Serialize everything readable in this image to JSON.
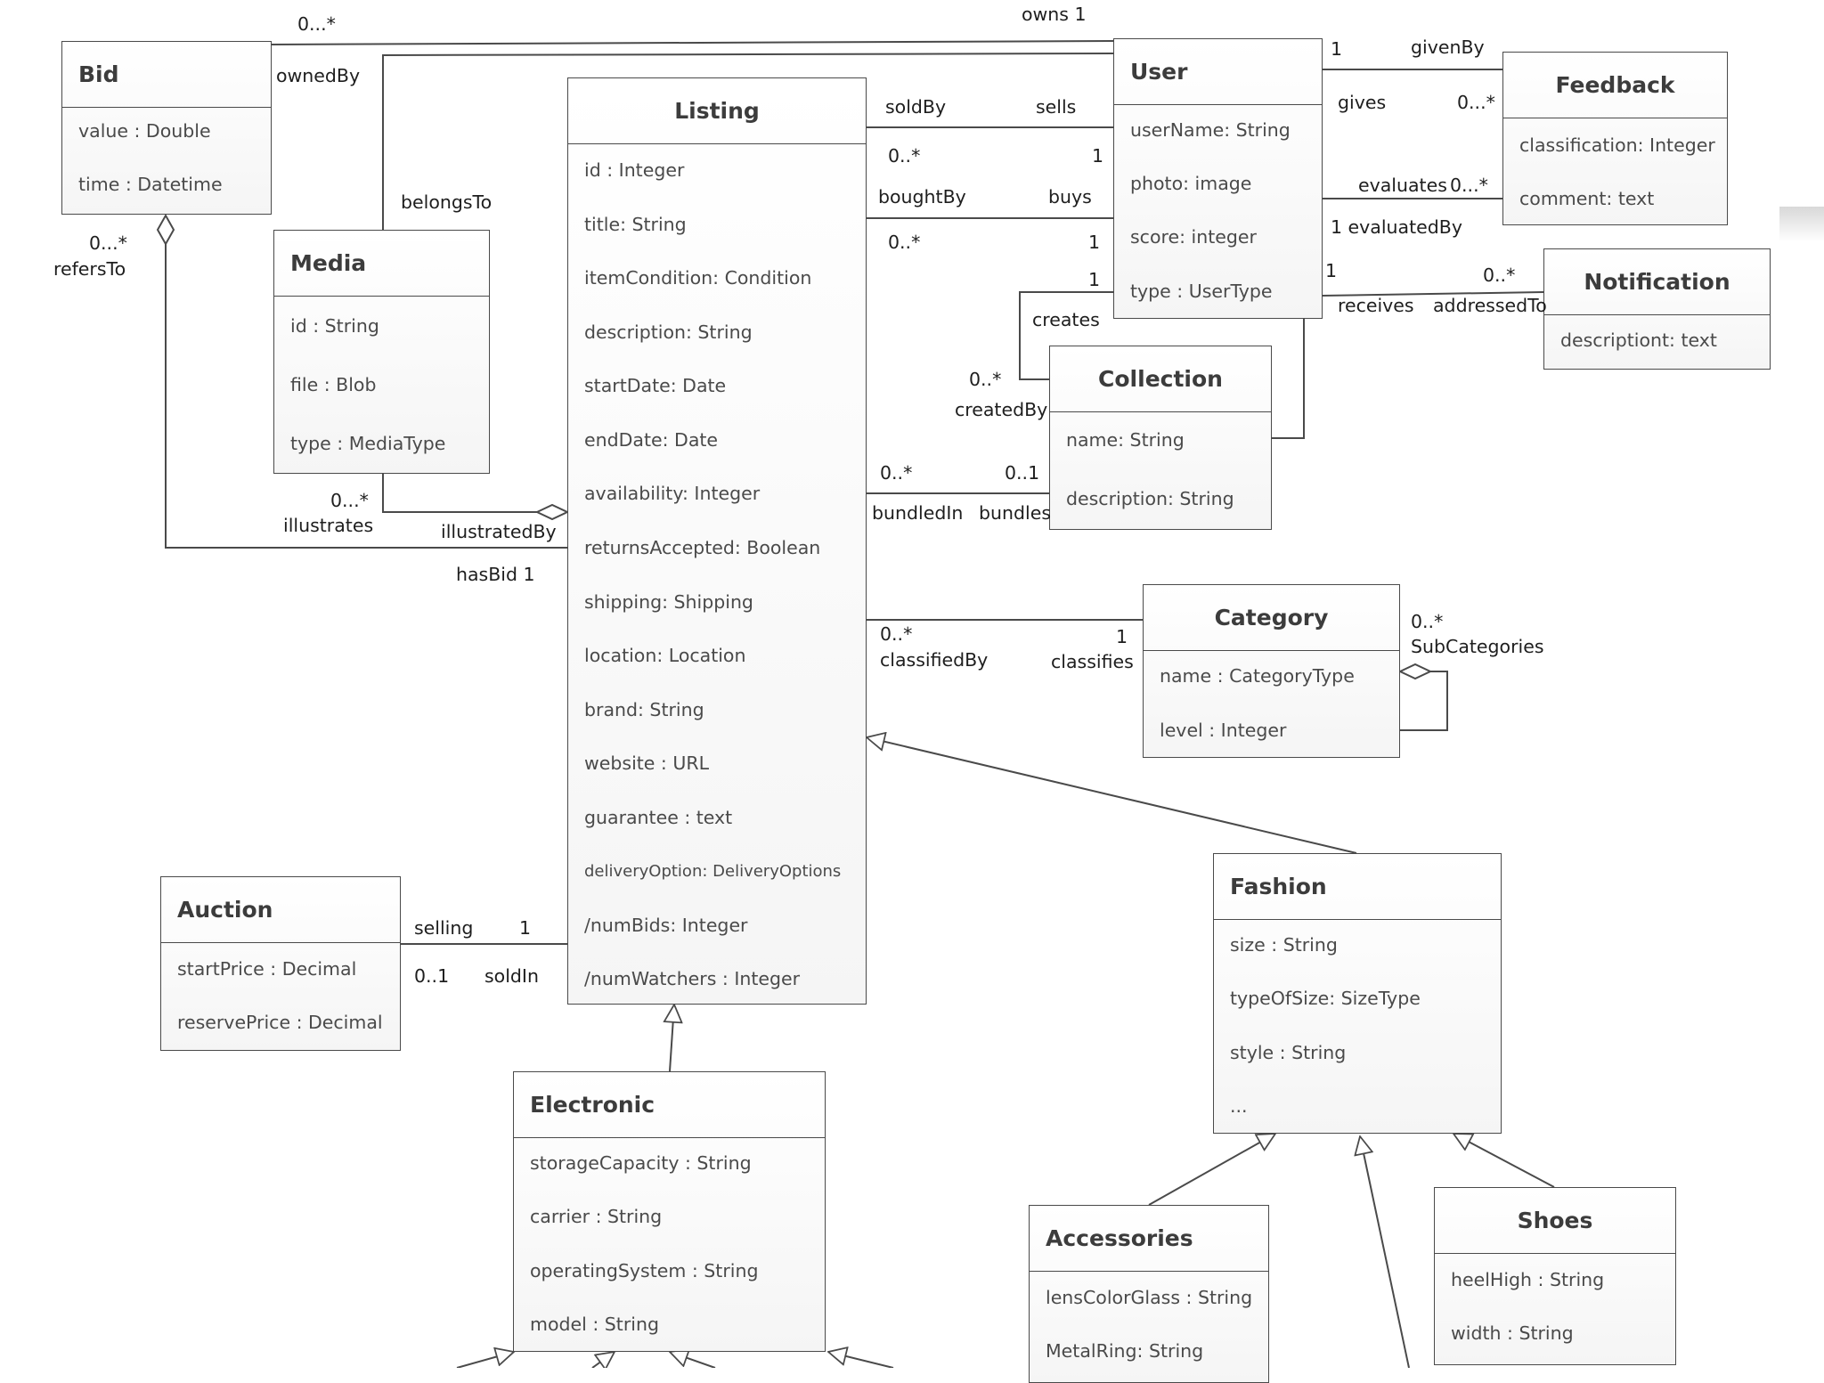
{
  "classes": {
    "bid": {
      "name": "Bid",
      "attrs": [
        "value : Double",
        "time : Datetime"
      ]
    },
    "media": {
      "name": "Media",
      "attrs": [
        "id : String",
        "file : Blob",
        "type : MediaType"
      ]
    },
    "listing": {
      "name": "Listing",
      "attrs": [
        "id : Integer",
        "title: String",
        "itemCondition: Condition",
        "description: String",
        "startDate: Date",
        "endDate: Date",
        "availability: Integer",
        " returnsAccepted: Boolean",
        "shipping: Shipping",
        "location: Location",
        "brand: String",
        "website : URL",
        "guarantee : text",
        "deliveryOption: DeliveryOptions",
        "/numBids: Integer",
        "/numWatchers : Integer"
      ]
    },
    "user": {
      "name": "User",
      "attrs": [
        "userName: String",
        "photo: image",
        "score: integer",
        "type : UserType"
      ]
    },
    "feedback": {
      "name": "Feedback",
      "attrs": [
        "classification: Integer",
        "comment: text"
      ]
    },
    "notification": {
      "name": "Notification",
      "attrs": [
        "descriptiont: text"
      ]
    },
    "collection": {
      "name": "Collection",
      "attrs": [
        "name: String",
        "description: String"
      ]
    },
    "category": {
      "name": "Category",
      "attrs": [
        "name : CategoryType",
        "level  : Integer"
      ]
    },
    "auction": {
      "name": "Auction",
      "attrs": [
        "startPrice : Decimal",
        "reservePrice : Decimal"
      ]
    },
    "electronic": {
      "name": "Electronic",
      "attrs": [
        "storageCapacity  : String",
        "carrier   : String",
        "operatingSystem : String",
        "model  : String"
      ]
    },
    "fashion": {
      "name": "Fashion",
      "attrs": [
        "size : String",
        "typeOfSize: SizeType",
        "style : String",
        "..."
      ]
    },
    "accessories": {
      "name": "Accessories",
      "attrs": [
        "lensColorGlass : String",
        "MetalRing: String"
      ]
    },
    "shoes": {
      "name": "Shoes",
      "attrs": [
        "heelHigh : String",
        "width : String"
      ]
    }
  },
  "labels": {
    "owns": "owns 1",
    "bid_mult": "0...*",
    "ownedBy": "ownedBy",
    "belongsTo": "belongsTo",
    "refers_mult": "0...*",
    "refersTo": "refersTo",
    "illus_mult": "0...*",
    "illustrates": "illustrates",
    "illustratedBy": "illustratedBy",
    "hasBid": "hasBid  1",
    "soldBy": "soldBy",
    "sells": "sells",
    "sold_many": "0..*",
    "sold_one": "1",
    "boughtBy": "boughtBy",
    "buys": "buys",
    "bought_many": "0..*",
    "bought_one": "1",
    "creates_one": "1",
    "creates": "creates",
    "created_many": "0..*",
    "createdBy": "createdBy",
    "bundled_many": "0..*",
    "bundles_opt": "0..1",
    "bundledIn": "bundledIn",
    "bundles": "bundles",
    "given_one": "1",
    "givenBy": "givenBy",
    "gives": "gives",
    "gives_many": "0...*",
    "evaluates": "evaluates",
    "evaluates_many": "0...*",
    "evaluatedBy": "1  evaluatedBy",
    "receives_one": "1",
    "notif_many": "0..*",
    "receives": "receives",
    "addressedTo": "addressedTo",
    "classified_many": "0..*",
    "classifiedBy": "classifiedBy",
    "classifies_one": "1",
    "classifies": "classifies",
    "sub_many": "0..*",
    "subCategories": "SubCategories",
    "selling": "selling",
    "selling_one": "1",
    "soldIn_opt": "0..1",
    "soldIn": "soldIn"
  }
}
